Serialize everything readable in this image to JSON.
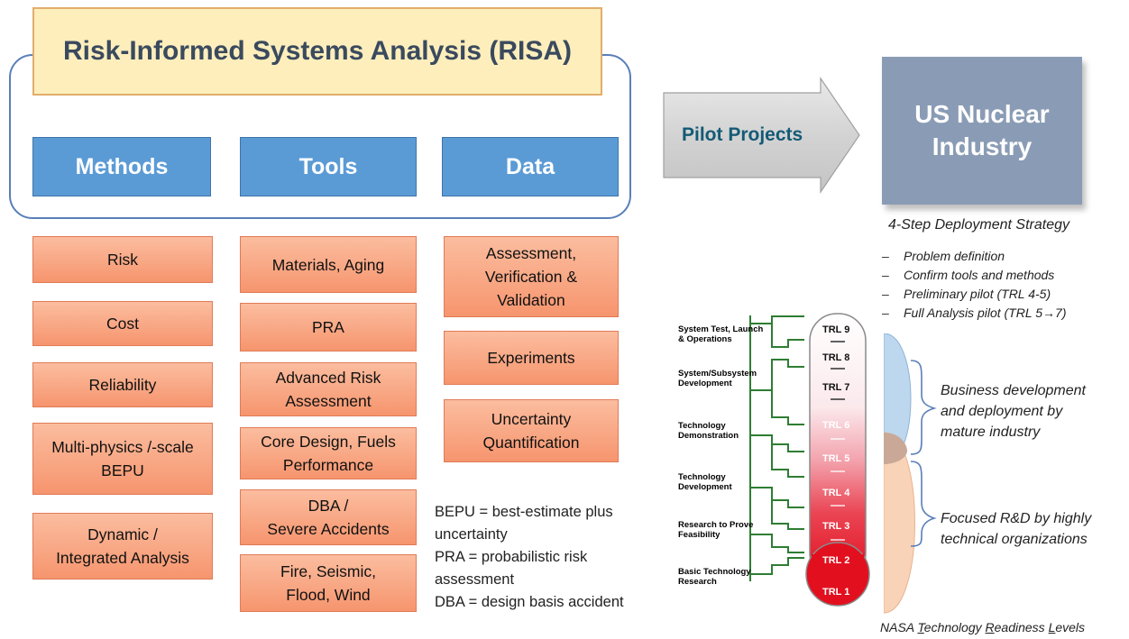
{
  "risa": {
    "title": "Risk-Informed Systems Analysis (RISA)",
    "columns": [
      {
        "label": "Methods",
        "items": [
          "Risk",
          "Cost",
          "Reliability",
          "Multi-physics /-scale\nBEPU",
          "Dynamic /\nIntegrated Analysis"
        ]
      },
      {
        "label": "Tools",
        "items": [
          "Materials, Aging",
          "PRA",
          "Advanced Risk\nAssessment",
          "Core Design, Fuels\nPerformance",
          "DBA /\nSevere Accidents",
          "Fire, Seismic,\nFlood, Wind"
        ]
      },
      {
        "label": "Data",
        "items": [
          "Assessment,\nVerification &\nValidation",
          "Experiments",
          "Uncertainty\nQuantification"
        ]
      }
    ]
  },
  "arrow": {
    "label": "Pilot Projects"
  },
  "target": {
    "label": "US Nuclear\nIndustry"
  },
  "strategy": {
    "title": "4-Step Deployment Strategy",
    "steps": [
      "Problem definition",
      "Confirm tools and methods",
      "Preliminary pilot (TRL 4-5)",
      "Full Analysis pilot (TRL 5→7)"
    ]
  },
  "legend": {
    "text": "BEPU = best-estimate plus\nuncertainty\nPRA = probabilistic risk\nassessment\nDBA = design basis accident"
  },
  "trl": {
    "stages": [
      {
        "line1": "System Test, Launch",
        "line2": "& Operations"
      },
      {
        "line1": "System/Subsystem",
        "line2": "Development"
      },
      {
        "line1": "Technology",
        "line2": "Demonstration"
      },
      {
        "line1": "Technology",
        "line2": "Development"
      },
      {
        "line1": "Research to Prove",
        "line2": "Feasibility"
      },
      {
        "line1": "Basic Technology",
        "line2": "Research"
      }
    ],
    "levels": [
      "TRL 9",
      "TRL 8",
      "TRL 7",
      "TRL 6",
      "TRL 5",
      "TRL 4",
      "TRL 3",
      "TRL 2",
      "TRL 1"
    ],
    "caption_parts": [
      "NASA ",
      "T",
      "echnology ",
      "R",
      "eadiness ",
      "L",
      "evels"
    ]
  },
  "phases": {
    "upper": "Business development\nand deployment by\nmature industry",
    "lower": "Focused R&D by highly\ntechnical organizations"
  },
  "colors": {
    "title_fill": "#fdeebc",
    "category_fill": "#5b9bd5",
    "item_fill": "#f8a882",
    "arrow_label": "#145a76",
    "target_fill": "#8a9cb5",
    "trl_green": "#2e7d32",
    "trl_red": "#e8192c",
    "phase_blue": "#bcd7ee",
    "phase_orange": "#f9d3b8"
  }
}
